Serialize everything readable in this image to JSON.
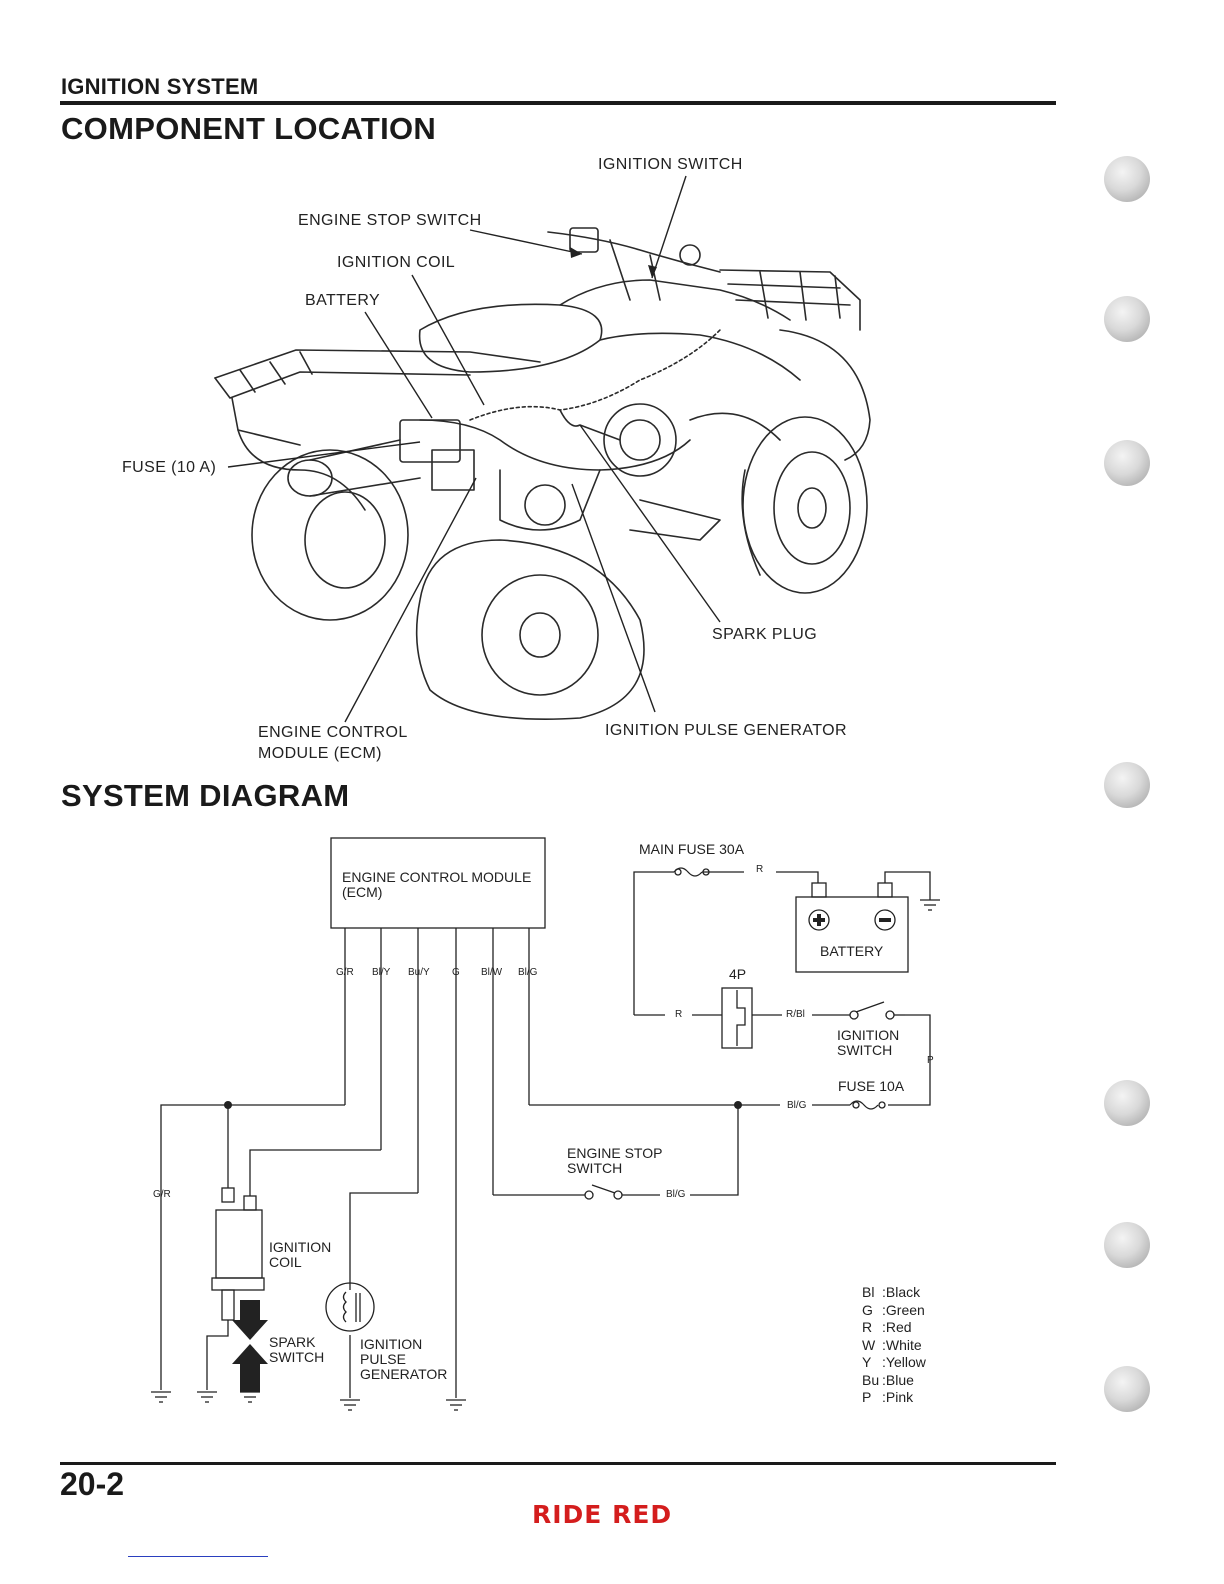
{
  "header": {
    "section": "IGNITION SYSTEM",
    "component_location_title": "COMPONENT LOCATION",
    "system_diagram_title": "SYSTEM DIAGRAM"
  },
  "component_callouts": {
    "ignition_switch": "IGNITION SWITCH",
    "engine_stop_switch": "ENGINE STOP SWITCH",
    "ignition_coil": "IGNITION COIL",
    "battery": "BATTERY",
    "fuse": "FUSE (10 A)",
    "spark_plug": "SPARK PLUG",
    "ecm_line1": "ENGINE CONTROL",
    "ecm_line2": "MODULE (ECM)",
    "ignition_pulse_generator": "IGNITION PULSE GENERATOR"
  },
  "diagram": {
    "ecm_line1": "ENGINE CONTROL MODULE",
    "ecm_line2": "(ECM)",
    "ecm_pins": [
      "G/R",
      "Bl/Y",
      "Bu/Y",
      "G",
      "Bl/W",
      "Bl/G"
    ],
    "main_fuse": "MAIN FUSE 30A",
    "battery": "BATTERY",
    "connector": "4P",
    "ignition_switch_line1": "IGNITION",
    "ignition_switch_line2": "SWITCH",
    "fuse_10a": "FUSE 10A",
    "engine_stop_line1": "ENGINE STOP",
    "engine_stop_line2": "SWITCH",
    "ignition_coil_line1": "IGNITION",
    "ignition_coil_line2": "COIL",
    "spark_switch_line1": "SPARK",
    "spark_switch_line2": "SWITCH",
    "pulse_gen_line1": "IGNITION",
    "pulse_gen_line2": "PULSE",
    "pulse_gen_line3": "GENERATOR",
    "wire_labels": {
      "r_top": "R",
      "r_left": "R",
      "r_bl": "R/Bl",
      "p": "P",
      "bl_g_right": "Bl/G",
      "bl_g_stop": "Bl/G",
      "g_r_left": "G/R"
    }
  },
  "legend": [
    {
      "code": "Bl",
      "color": ":Black"
    },
    {
      "code": "G",
      "color": ":Green"
    },
    {
      "code": "R",
      "color": ":Red"
    },
    {
      "code": "W",
      "color": ":White"
    },
    {
      "code": "Y",
      "color": ":Yellow"
    },
    {
      "code": "Bu",
      "color": ":Blue"
    },
    {
      "code": "P",
      "color": ":Pink"
    }
  ],
  "footer": {
    "page_number": "20-2",
    "brand": "RIDE RED"
  },
  "colors": {
    "brand_red": "#d41d1d",
    "ink": "#1a1a1a",
    "link_blue": "#2a3fbf"
  }
}
